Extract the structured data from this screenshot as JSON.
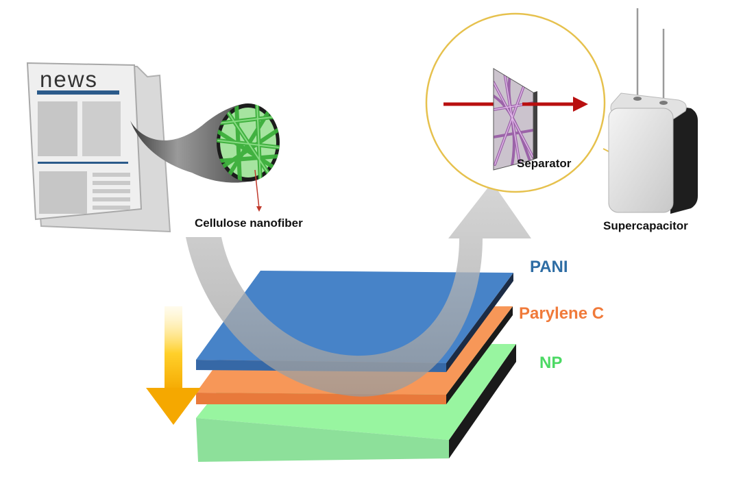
{
  "newspaper": {
    "masthead": "news"
  },
  "labels": {
    "cellulose": "Cellulose nanofiber",
    "separator": "Separator",
    "supercapacitor": "Supercapacitor"
  },
  "layers": [
    {
      "name": "PANI",
      "color": "#2e6da4"
    },
    {
      "name": "Parylene C",
      "color": "#f07a3a"
    },
    {
      "name": "NP",
      "color": "#4cd964"
    }
  ]
}
